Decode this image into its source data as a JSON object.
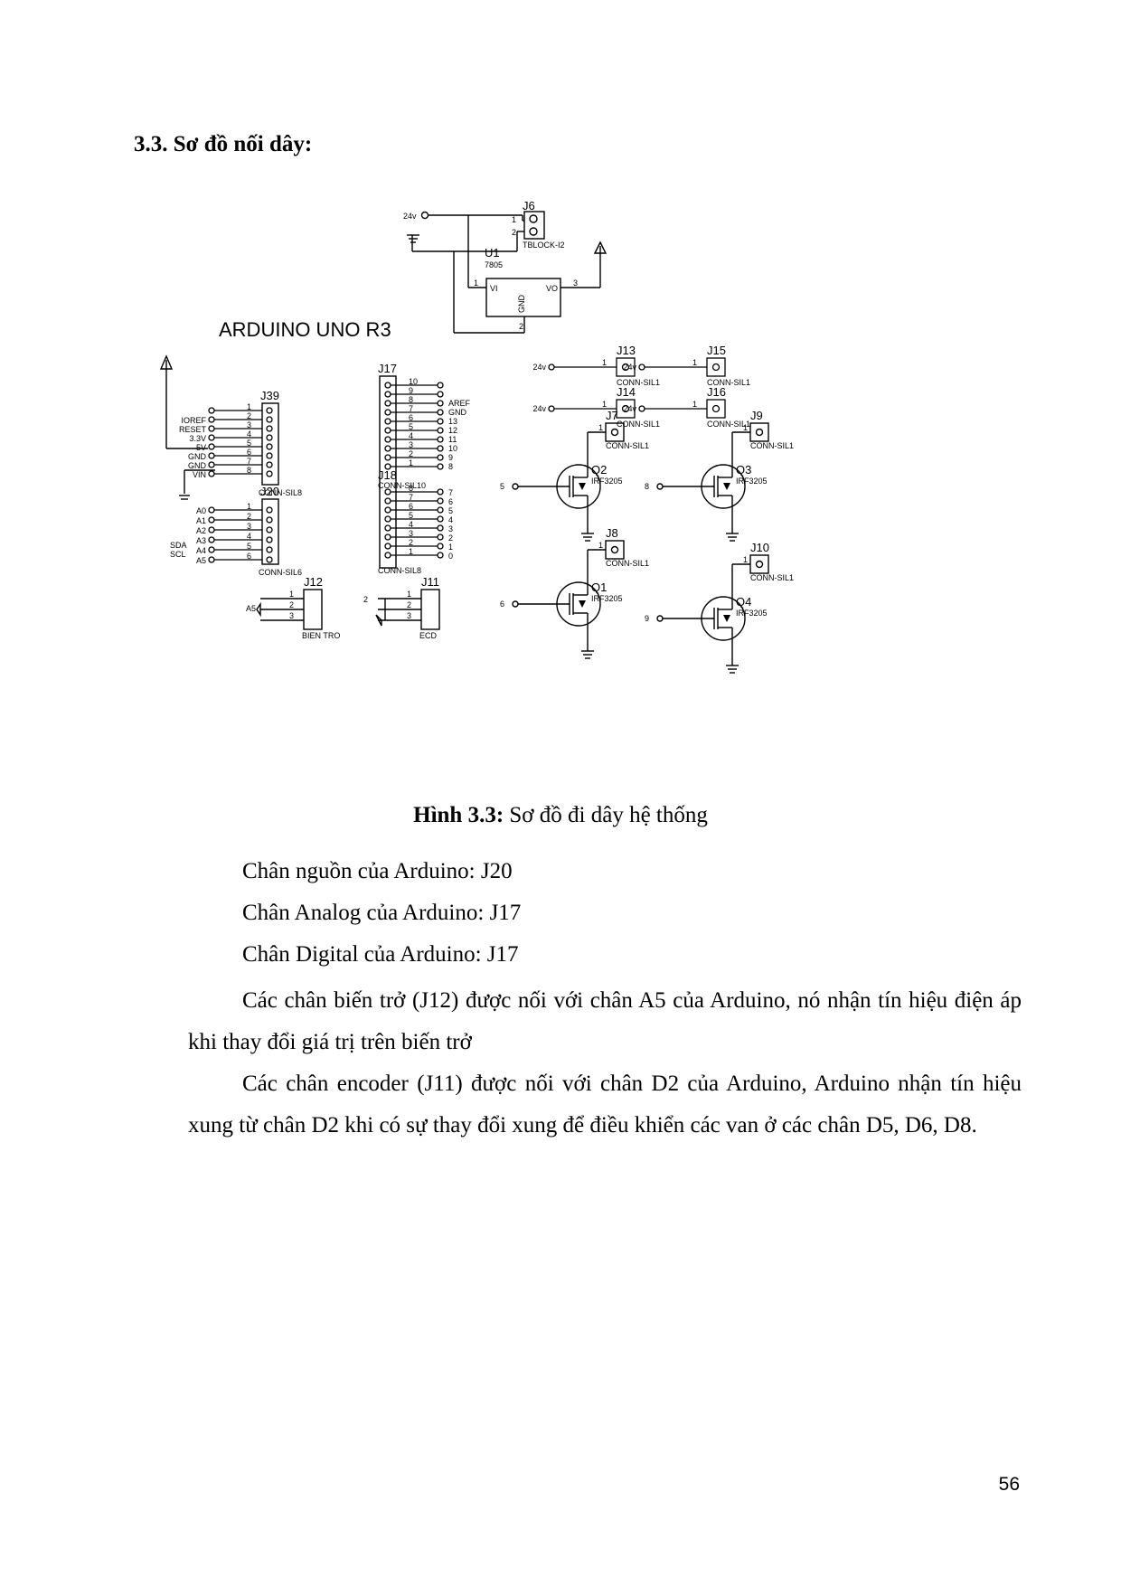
{
  "heading": "3.3. Sơ đồ nối dây:",
  "figure": {
    "board_title": "ARDUINO UNO R3",
    "power": {
      "supply_label": "24v",
      "terminal_ref": "J6",
      "terminal_type": "TBLOCK-I2",
      "pin1": "1",
      "pin2": "2",
      "regulator_ref": "U1",
      "regulator_part": "7805",
      "vi_label": "VI",
      "vo_label": "VO",
      "gnd_label": "GND",
      "vi_pin": "1",
      "vo_pin": "3",
      "gnd_pin": "2"
    },
    "j39": {
      "ref": "J39",
      "type": "CONN-SIL8",
      "labels": [
        "IOREF",
        "RESET",
        "3.3V",
        "5V",
        "GND",
        "GND",
        "VIN"
      ],
      "pins": [
        "1",
        "2",
        "3",
        "4",
        "5",
        "6",
        "7",
        "8"
      ]
    },
    "j20": {
      "ref": "J20",
      "type": "CONN-SIL6",
      "labels": [
        "A0",
        "A1",
        "A2",
        "A3",
        "A4",
        "A5"
      ],
      "side_labels": [
        "SDA",
        "SCL"
      ],
      "pins": [
        "1",
        "2",
        "3",
        "4",
        "5",
        "6"
      ]
    },
    "j17": {
      "ref": "J17",
      "type": "CONN-SIL10",
      "pins": [
        "10",
        "9",
        "8",
        "7",
        "6",
        "5",
        "4",
        "3",
        "2",
        "1"
      ],
      "labels": [
        "AREF",
        "GND",
        "13",
        "12",
        "11",
        "10",
        "9",
        "8"
      ]
    },
    "j18": {
      "ref": "J18",
      "type": "CONN-SIL8",
      "pins": [
        "8",
        "7",
        "6",
        "5",
        "4",
        "3",
        "2",
        "1"
      ],
      "labels": [
        "7",
        "6",
        "5",
        "4",
        "3",
        "2",
        "1",
        "0"
      ]
    },
    "j12": {
      "ref": "J12",
      "type": "BIEN TRO",
      "label": "A5",
      "pins": [
        "1",
        "2",
        "3"
      ]
    },
    "j11": {
      "ref": "J11",
      "type": "ECD",
      "label": "2",
      "pins": [
        "1",
        "2",
        "3"
      ]
    },
    "supply_connectors": [
      {
        "ref": "J13",
        "label": "24v",
        "pin": "1",
        "type": "CONN-SIL1"
      },
      {
        "ref": "J15",
        "label": "24v",
        "pin": "1",
        "type": "CONN-SIL1"
      },
      {
        "ref": "J14",
        "label": "24v",
        "pin": "1",
        "type": "CONN-SIL1"
      },
      {
        "ref": "J16",
        "label": "24v",
        "pin": "1",
        "type": "CONN-SIL1"
      }
    ],
    "mosfets": [
      {
        "ref": "Q2",
        "part": "IRF3205",
        "gate": "5",
        "conn": "J7",
        "conn_type": "CONN-SIL1",
        "pin": "1"
      },
      {
        "ref": "Q3",
        "part": "IRF3205",
        "gate": "8",
        "conn": "J9",
        "conn_type": "CONN-SIL1",
        "pin": "1"
      },
      {
        "ref": "Q1",
        "part": "IRF3205",
        "gate": "6",
        "conn": "J8",
        "conn_type": "CONN-SIL1",
        "pin": "1"
      },
      {
        "ref": "Q4",
        "part": "IRF3205",
        "gate": "9",
        "conn": "J10",
        "conn_type": "CONN-SIL1",
        "pin": "1"
      }
    ]
  },
  "caption": {
    "label": "Hình 3.3:",
    "text": " Sơ đồ đi dây hệ thống"
  },
  "lines": [
    "Chân nguồn của Arduino: J20",
    "Chân Analog của Arduino: J17",
    "Chân Digital của Arduino: J17"
  ],
  "paragraphs": [
    "Các chân biến trở (J12) được nối với chân A5 của Arduino, nó nhận tín hiệu điện áp khi thay đổi giá trị trên biến trở",
    "Các chân encoder (J11) được nối với chân D2 của Arduino, Arduino nhận tín hiệu xung từ chân D2 khi có sự thay đổi xung để điều khiển các van ở các chân D5, D6, D8."
  ],
  "page_number": "56"
}
